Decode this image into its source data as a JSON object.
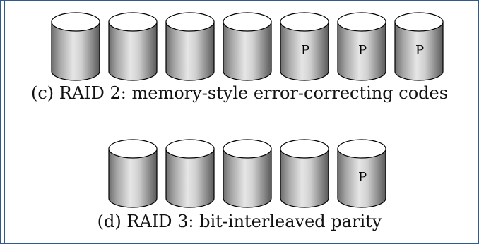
{
  "diagram": {
    "parity_label": "P",
    "raid2": {
      "caption": "(c) RAID 2: memory-style error-correcting codes",
      "disks": [
        "",
        "",
        "",
        "",
        "P",
        "P",
        "P"
      ]
    },
    "raid3": {
      "caption": "(d) RAID 3: bit-interleaved parity",
      "disks": [
        "",
        "",
        "",
        "",
        "P"
      ]
    }
  }
}
